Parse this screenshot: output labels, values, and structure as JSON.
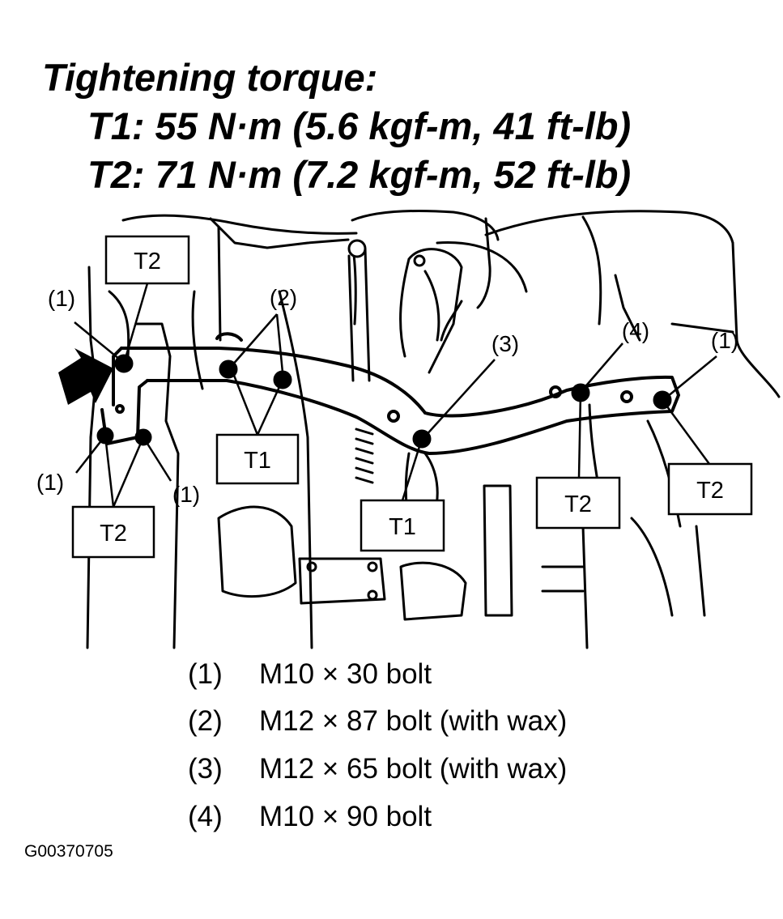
{
  "header": {
    "title": "Tightening torque:",
    "t1_spec": "T1: 55 N·m (5.6 kgf-m, 41 ft-lb)",
    "t2_spec": "T2: 71 N·m (7.2 kgf-m, 52 ft-lb)"
  },
  "diagram": {
    "torque_labels": {
      "t2_top_left": "T2",
      "t2_bottom_left": "T2",
      "t1_center_left": "T1",
      "t1_center": "T1",
      "t2_center_right": "T2",
      "t2_right": "T2"
    },
    "bolt_callouts": {
      "c1_top_left": "(1)",
      "c1_left": "(1)",
      "c1_lower": "(1)",
      "c1_right": "(1)",
      "c2": "(2)",
      "c3": "(3)",
      "c4": "(4)"
    }
  },
  "legend": [
    {
      "num": "(1)",
      "text": "M10 × 30 bolt"
    },
    {
      "num": "(2)",
      "text": "M12 × 87 bolt (with wax)"
    },
    {
      "num": "(3)",
      "text": "M12 × 65 bolt (with wax)"
    },
    {
      "num": "(4)",
      "text": "M10 × 90 bolt"
    }
  ],
  "figure_id": "G00370705"
}
